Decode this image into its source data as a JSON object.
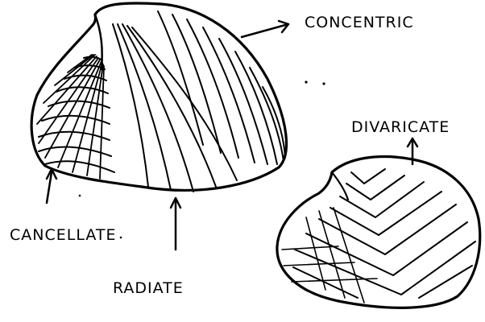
{
  "labels": {
    "concentric": "CONCENTRIC",
    "divaricate": "DIVARICATE",
    "cancellate": "CANCELLATE",
    "radiate": "RADIATE"
  },
  "colors": {
    "ink": "#000000",
    "background": "#ffffff"
  }
}
